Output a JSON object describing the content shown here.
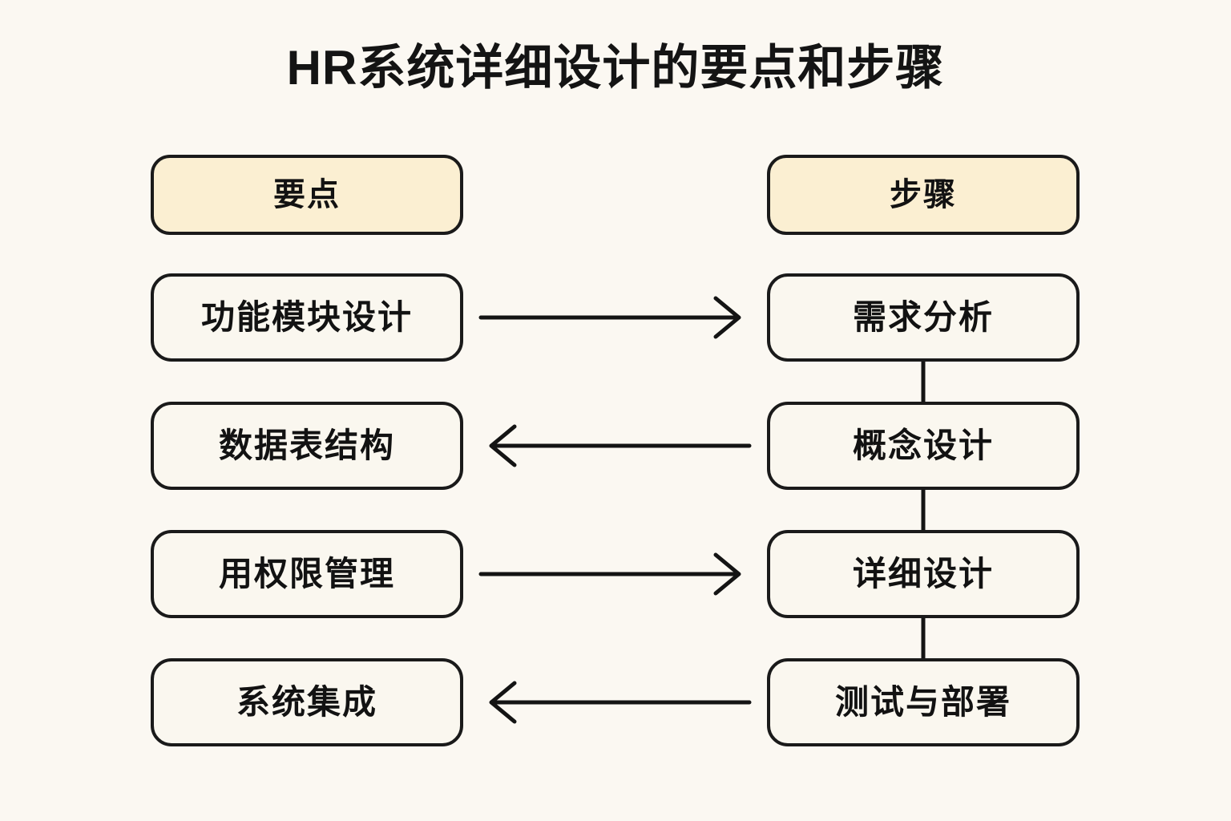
{
  "page": {
    "title": "HR系统详细设计的要点和步骤",
    "background_color": "#FBF8F2",
    "ink_color": "#141414",
    "header_fill": "#FBEFD2",
    "node_fill": "#FAF7EF"
  },
  "columns": {
    "left": {
      "header": "要点",
      "items": [
        {
          "label": "功能模块设计"
        },
        {
          "label": "数据表结构"
        },
        {
          "label": "用权限管理"
        },
        {
          "label": "系统集成"
        }
      ]
    },
    "right": {
      "header": "步骤",
      "items": [
        {
          "label": "需求分析"
        },
        {
          "label": "概念设计"
        },
        {
          "label": "详细设计"
        },
        {
          "label": "测试与部署"
        }
      ]
    }
  },
  "connectors": {
    "cross_row_arrows": [
      {
        "row": 1,
        "direction": "right",
        "from": "功能模块设计",
        "to": "需求分析"
      },
      {
        "row": 2,
        "direction": "left",
        "from": "概念设计",
        "to": "数据表结构"
      },
      {
        "row": 3,
        "direction": "right",
        "from": "用权限管理",
        "to": "详细设计"
      },
      {
        "row": 4,
        "direction": "left",
        "from": "测试与部署",
        "to": "系统集成"
      }
    ],
    "right_column_chain": [
      {
        "from": "需求分析",
        "to": "概念设计",
        "direction": "down",
        "arrowhead": false
      },
      {
        "from": "概念设计",
        "to": "详细设计",
        "direction": "down",
        "arrowhead": false
      },
      {
        "from": "详细设计",
        "to": "测试与部署",
        "direction": "down",
        "arrowhead": false
      }
    ]
  }
}
